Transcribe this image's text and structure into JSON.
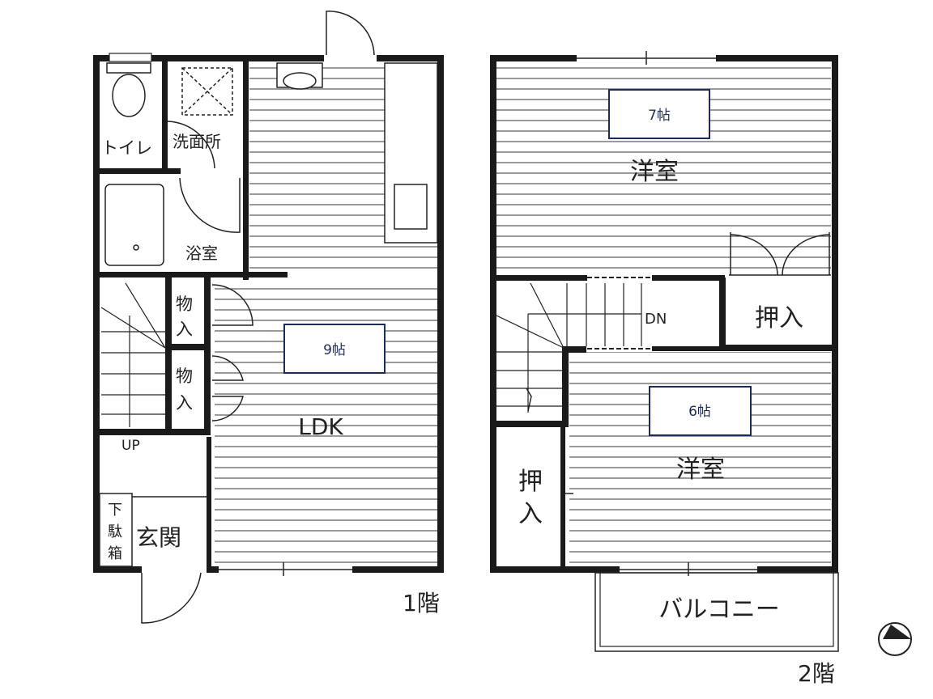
{
  "floor1": {
    "label": "1階",
    "rooms": {
      "toilet": "トイレ",
      "washroom": "洗面所",
      "bathroom": "浴室",
      "storage_upper": [
        "物",
        "入"
      ],
      "storage_lower": [
        "物",
        "入"
      ],
      "ldk": "LDK",
      "ldk_size": "9帖",
      "stairs": "UP",
      "shoe_box": [
        "下",
        "駄",
        "箱"
      ],
      "entrance": "玄関"
    }
  },
  "floor2": {
    "label": "2階",
    "rooms": {
      "western_room_a": "洋室",
      "western_room_a_size": "7帖",
      "closet_right": "押入",
      "stairs": "DN",
      "western_room_b": "洋室",
      "western_room_b_size": "6帖",
      "closet_left": [
        "押",
        "入"
      ],
      "balcony": "バルコニー"
    }
  },
  "compass": {
    "icon": "north-arrow-icon"
  },
  "colors": {
    "wall": "#1a1a1a",
    "tatami_label": "#1c2b5a"
  }
}
